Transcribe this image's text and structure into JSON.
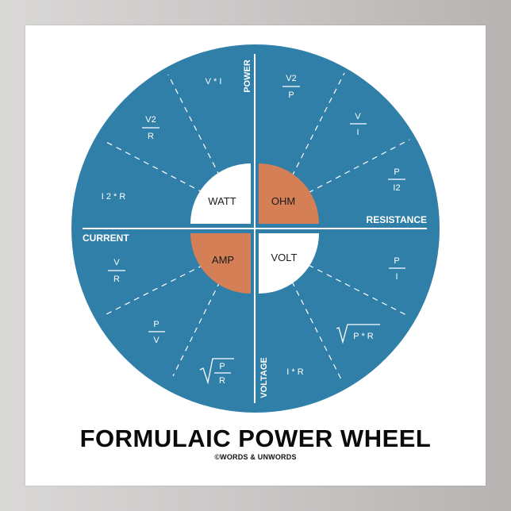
{
  "poster": {
    "title": "FORMULAIC POWER WHEEL",
    "credit": "©WORDS & UNWORDS"
  },
  "colors": {
    "wheel_blue": "#2f7fa8",
    "accent_orange": "#d57f57",
    "white": "#ffffff",
    "title_black": "#0b0b0b"
  },
  "axes": {
    "power": "POWER",
    "resistance": "RESISTANCE",
    "current": "CURRENT",
    "voltage": "VOLTAGE"
  },
  "center_units": {
    "watt": "WATT",
    "ohm": "OHM",
    "amp": "AMP",
    "volt": "VOLT"
  },
  "formulas": {
    "power": [
      {
        "type": "text",
        "value": "V * I"
      },
      {
        "type": "fraction",
        "num": "V2",
        "den": "R"
      },
      {
        "type": "text",
        "value": "I 2 * R"
      }
    ],
    "resistance": [
      {
        "type": "fraction",
        "num": "V2",
        "den": "P"
      },
      {
        "type": "fraction",
        "num": "V",
        "den": "I"
      },
      {
        "type": "fraction",
        "num": "P",
        "den": "I2"
      }
    ],
    "current": [
      {
        "type": "fraction",
        "num": "V",
        "den": "R"
      },
      {
        "type": "fraction",
        "num": "P",
        "den": "V"
      },
      {
        "type": "sqrt-fraction",
        "num": "P",
        "den": "R"
      }
    ],
    "voltage": [
      {
        "type": "fraction",
        "num": "P",
        "den": "I"
      },
      {
        "type": "sqrt",
        "value": "P * R"
      },
      {
        "type": "text",
        "value": "I * R"
      }
    ]
  }
}
